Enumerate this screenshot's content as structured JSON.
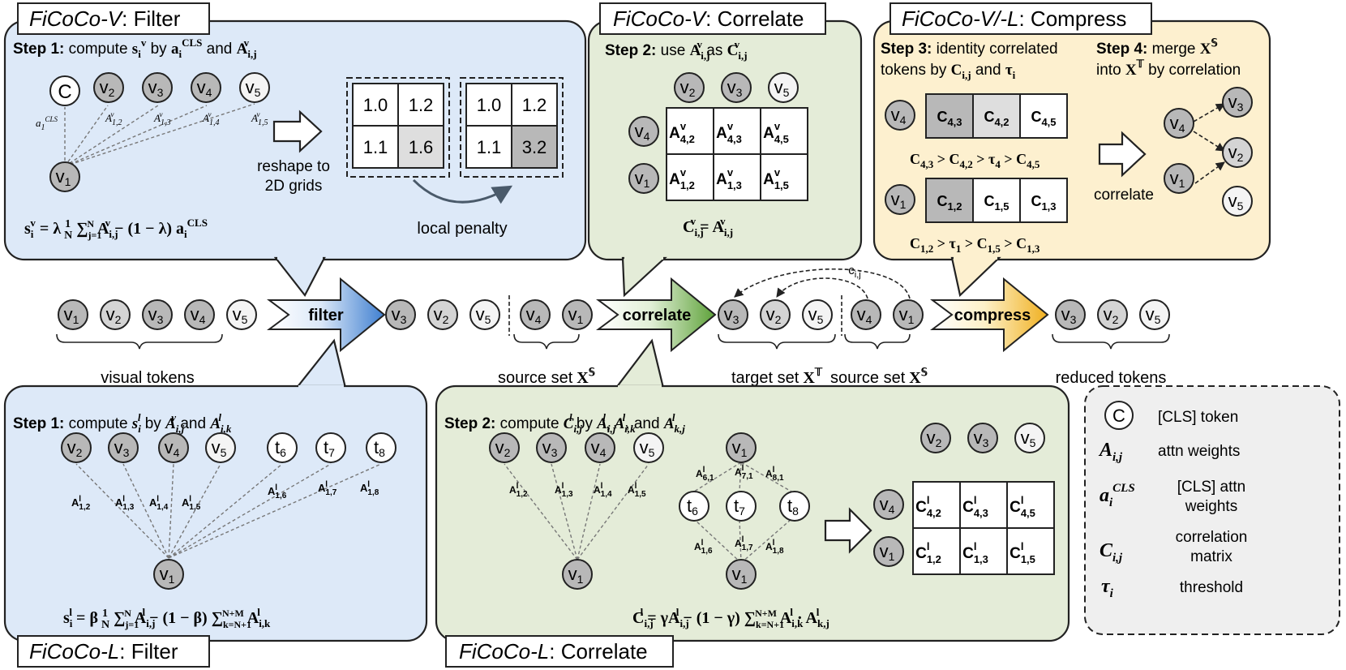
{
  "panels": {
    "vfilter": {
      "title_em": "FiCoCo-V",
      "title_rest": ": Filter",
      "step_bold": "Step 1:",
      "step_text": "compute",
      "step_tail": "by",
      "step_and": "and",
      "cls_token": "C",
      "tokens": [
        "v",
        "v",
        "v",
        "v",
        "v"
      ],
      "token_subs": [
        "2",
        "3",
        "4",
        "5",
        "1"
      ],
      "grid1": [
        "1.0",
        "1.2",
        "1.1",
        "1.6"
      ],
      "grid2": [
        "1.0",
        "1.2",
        "1.1",
        "3.2"
      ],
      "reshape_l1": "reshape to",
      "reshape_l2": "2D grids",
      "local_penalty": "local penalty"
    },
    "vcorr": {
      "title_em": "FiCoCo-V",
      "title_rest": ": Correlate",
      "step_bold": "Step 2:",
      "step_text": "use",
      "step_as": "as"
    },
    "compress": {
      "title_em": "FiCoCo-V/-L",
      "title_rest": ": Compress",
      "step3_bold": "Step 3:",
      "step3_l1": "identity correlated",
      "step3_l2": "tokens by",
      "step3_and": "and",
      "step4_bold": "Step 4:",
      "step4_l1": "merge",
      "step4_l2": "into",
      "step4_l3": "by correlation",
      "correlate_label": "correlate"
    },
    "lfilter": {
      "title_em": "FiCoCo-L",
      "title_rest": ": Filter",
      "step_bold": "Step 1:",
      "step_text": "compute",
      "step_by": "by",
      "step_and": "and"
    },
    "lcorr": {
      "title_em": "FiCoCo-L",
      "title_rest": ": Correlate",
      "step_bold": "Step 2:",
      "step_text": "compute",
      "step_by": "by",
      "step_and": ", and"
    }
  },
  "pipeline": {
    "arrows": [
      "filter",
      "correlate",
      "compress"
    ],
    "labels": {
      "visual_tokens": "visual tokens",
      "source_set": "source set",
      "target_set": "target set",
      "reduced_tokens": "reduced tokens"
    },
    "corr_label": "c",
    "corr_sub": "i,j"
  },
  "legend": [
    {
      "label": "[CLS] token"
    },
    {
      "label": "attn weights"
    },
    {
      "label": "[CLS] attn weights"
    },
    {
      "label": "correlation matrix"
    },
    {
      "label": "threshold"
    }
  ],
  "colors": {
    "blue_panel": "#dde9f8",
    "green_panel": "#e4ecd8",
    "yellow_panel": "#fdf0cf",
    "legend_panel": "#efefef",
    "token_dark": "#b8b8b8",
    "token_mid": "#d4d4d4",
    "token_light": "#f2f2f2",
    "filter_arrow": "#4f86cc",
    "correlate_arrow": "#6aa84f",
    "compress_arrow": "#f1b52e"
  }
}
